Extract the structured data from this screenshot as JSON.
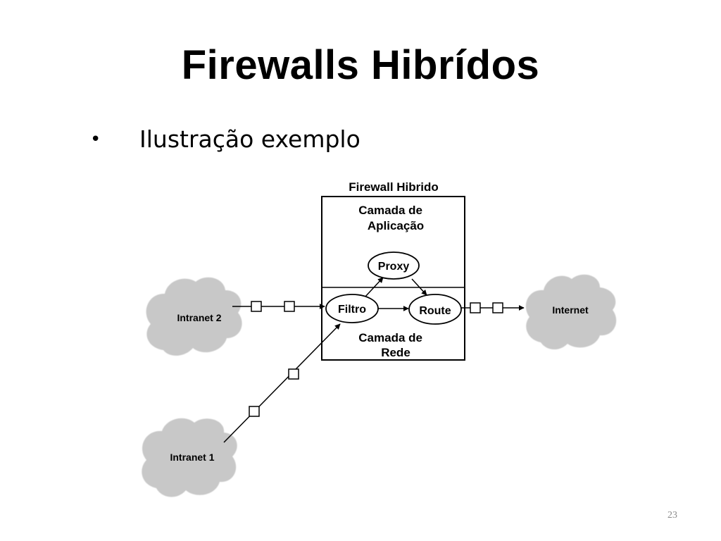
{
  "slide": {
    "title": "Firewalls Hibrídos",
    "bullet": "•",
    "bullet_text": "Ilustração exemplo",
    "page_number": "23"
  },
  "diagram": {
    "firewall_label": "Firewall Hibrido",
    "app_layer": [
      "Camada de",
      "Aplicação"
    ],
    "net_layer": [
      "Camada de",
      "Rede"
    ],
    "nodes": {
      "proxy": "Proxy",
      "filtro": "Filtro",
      "route": "Route"
    },
    "clouds": {
      "intranet2": "Intranet 2",
      "intranet1": "Intranet 1",
      "internet": "Internet"
    },
    "colors": {
      "cloud_fill": "#c8c8c8",
      "line": "#000000",
      "background": "#ffffff"
    }
  }
}
